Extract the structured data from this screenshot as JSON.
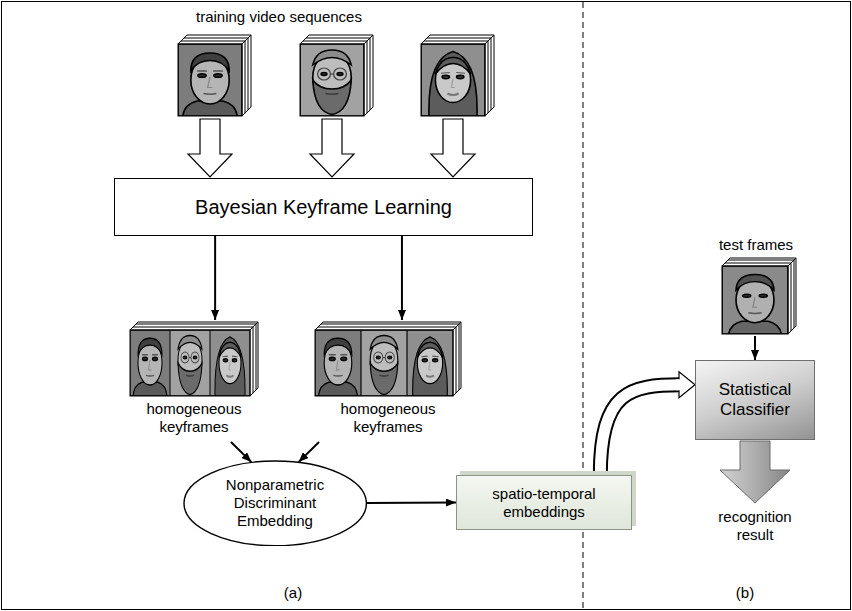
{
  "diagram": {
    "nodes": [
      {
        "text": [
          "Bayesian Keyframe Learning"
        ]
      },
      {
        "text": [
          "homogeneous keyframes"
        ]
      },
      {
        "text": [
          "homogeneous keyframes"
        ]
      },
      {
        "text": [
          "Nonparametric Discriminant Embedding"
        ]
      },
      {
        "text": [
          "spatio-temporal embeddings"
        ]
      },
      {
        "text": [
          "test frames"
        ]
      },
      {
        "text": [
          "Statistical Classifier"
        ]
      }
    ],
    "edges": [
      {
        "from": 0,
        "to": 1,
        "arrow": "to"
      },
      {
        "from": 0,
        "to": 2,
        "arrow": "to"
      },
      {
        "from": 1,
        "to": 3,
        "arrow": "to"
      },
      {
        "from": 2,
        "to": 3,
        "arrow": "to"
      },
      {
        "from": 3,
        "to": 4,
        "arrow": "to"
      },
      {
        "from": 4,
        "to": 6,
        "arrow": "to"
      },
      {
        "from": 5,
        "to": 6,
        "arrow": "to"
      }
    ],
    "labels": [
      "training video sequences",
      "recognition result",
      "(a)",
      "(b)"
    ]
  }
}
